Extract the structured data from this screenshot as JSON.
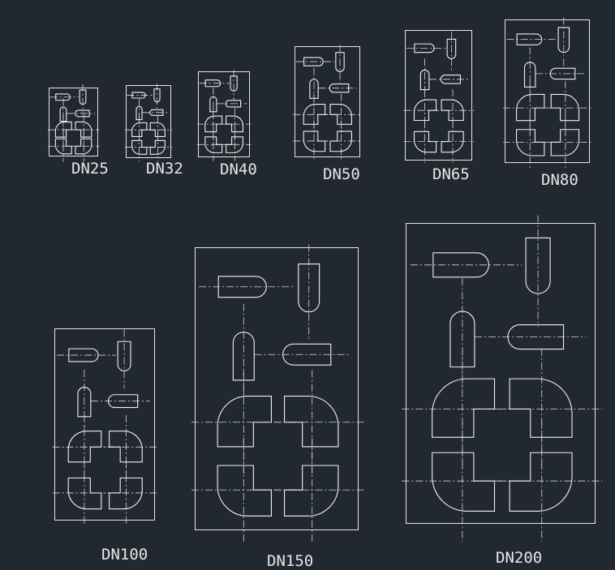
{
  "drawing": {
    "background": "#212830",
    "stroke_color": "#f0f0f0",
    "labels": [
      "DN25",
      "DN32",
      "DN40",
      "DN50",
      "DN65",
      "DN80",
      "DN100",
      "DN150",
      "DN200"
    ]
  }
}
